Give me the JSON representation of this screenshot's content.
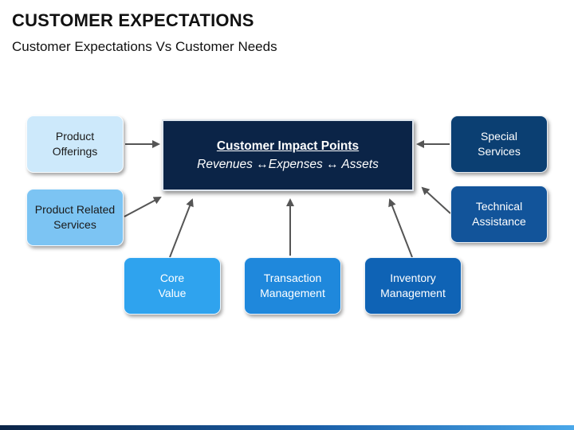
{
  "header": {
    "title": "CUSTOMER EXPECTATIONS",
    "subtitle": "Customer Expectations Vs Customer Needs"
  },
  "center": {
    "title": "Customer Impact Points",
    "subtitle": "Revenues ↔Expenses ↔ Assets"
  },
  "nodes": {
    "product_offerings": {
      "line1": "Product",
      "line2": "Offerings",
      "color": "#cde9fb"
    },
    "product_related_services": {
      "line1": "Product Related",
      "line2": "Services",
      "color": "#7cc4f3"
    },
    "core_value": {
      "line1": "Core",
      "line2": "Value",
      "color": "#2fa3ee"
    },
    "transaction_management": {
      "line1": "Transaction",
      "line2": "Management",
      "color": "#1f88dc"
    },
    "inventory_management": {
      "line1": "Inventory",
      "line2": "Management",
      "color": "#0f63b5"
    },
    "special_services": {
      "line1": "Special",
      "line2": "Services",
      "color": "#0b3f72"
    },
    "technical_assistance": {
      "line1": "Technical",
      "line2": "Assistance",
      "color": "#12549a"
    }
  },
  "colors": {
    "center_fill": "#0b2447",
    "arrow": "#555555"
  }
}
